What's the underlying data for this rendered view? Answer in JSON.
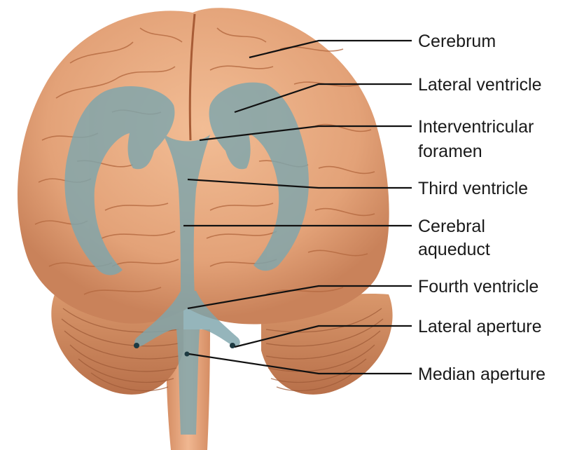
{
  "labels": {
    "cerebrum": "Cerebrum",
    "lateral_ventricle": "Lateral ventricle",
    "interventricular_foramen_line1": "Interventricular",
    "interventricular_foramen_line2": "foramen",
    "third_ventricle": "Third ventricle",
    "cerebral_aqueduct_line1": "Cerebral",
    "cerebral_aqueduct_line2": "aqueduct",
    "fourth_ventricle": "Fourth ventricle",
    "lateral_aperture": "Lateral aperture",
    "median_aperture": "Median aperture"
  },
  "colors": {
    "brain": "#e8a77c",
    "brain_shadow": "#c9805a",
    "sulcus": "#b5673f",
    "ventricle": "#7ea6ad",
    "cerebellum": "#c98358",
    "brainstem": "#e2a07a",
    "leader_line": "#111111"
  }
}
